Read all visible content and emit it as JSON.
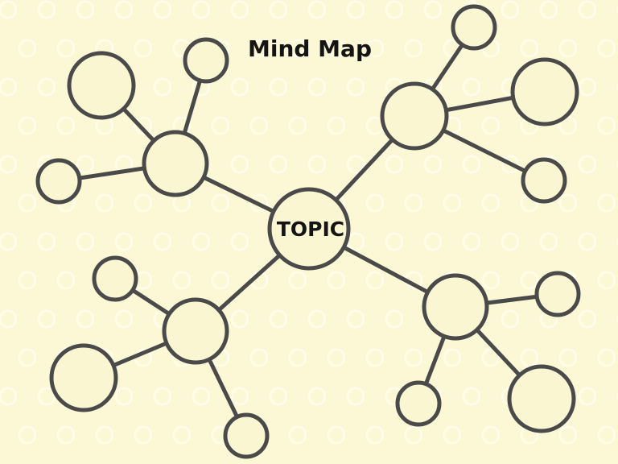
{
  "title": "Mind Map",
  "center": {
    "label": "TOPIC"
  },
  "colors": {
    "background": "#fcf7d4",
    "pattern_ring": "#fffcea",
    "stroke": "#4a4a4a",
    "node_fill": "#fbf6d2",
    "text": "#141414"
  },
  "branches": [
    {
      "name": "upper-left",
      "leaves": 3
    },
    {
      "name": "upper-right",
      "leaves": 3
    },
    {
      "name": "lower-left",
      "leaves": 3
    },
    {
      "name": "lower-right",
      "leaves": 3
    }
  ]
}
